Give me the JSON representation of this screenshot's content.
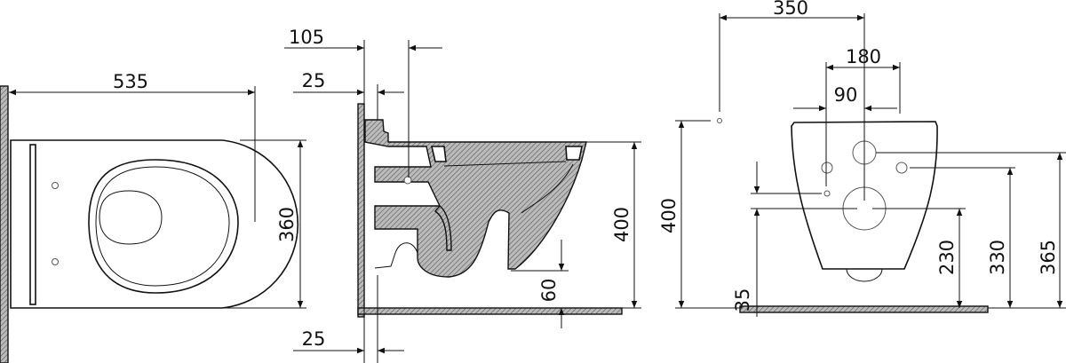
{
  "drawing": {
    "top_view": {
      "length": "535",
      "width": "360"
    },
    "side_view": {
      "offset_top": "105",
      "wall_top": "25",
      "wall_bottom": "25",
      "rim_height": "400",
      "floor_gap": "60"
    },
    "front_view": {
      "width_350": "350",
      "spacing_180": "180",
      "spacing_90": "90",
      "height_400": "400",
      "height_35": "35",
      "height_230": "230",
      "height_330": "330",
      "height_365": "365"
    }
  }
}
